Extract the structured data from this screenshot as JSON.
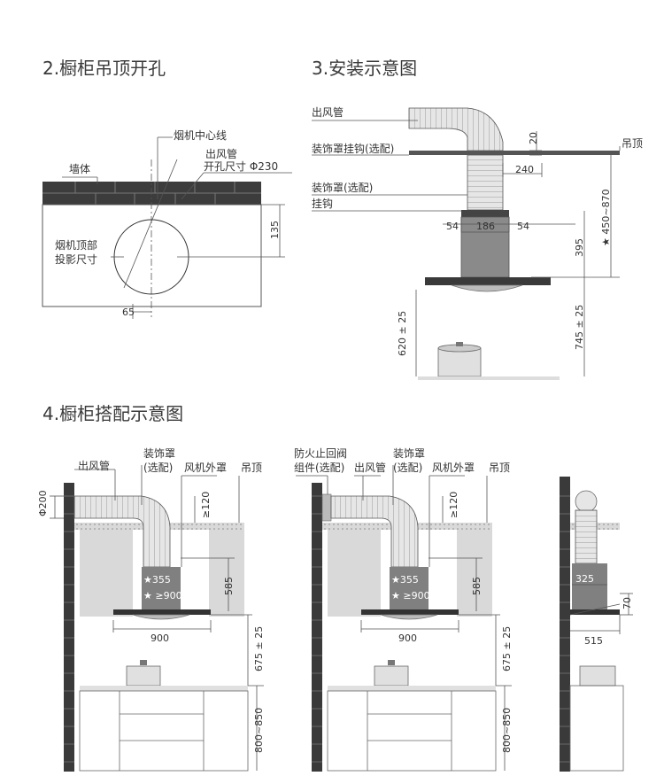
{
  "sections": [
    {
      "title": "2.橱柜吊顶开孔"
    },
    {
      "title": "3.安装示意图"
    },
    {
      "title": "4.橱柜搭配示意图"
    }
  ],
  "s2": {
    "labels": {
      "center_line": "烟机中心线",
      "duct_line1": "出风管",
      "duct_line2": "开孔尺寸 Φ230",
      "wall": "墙体",
      "proj_line1": "烟机顶部",
      "proj_line2": "投影尺寸"
    },
    "dims": {
      "d135": "135",
      "d65": "65"
    }
  },
  "s3": {
    "labels": {
      "duct": "出风管",
      "cover_hook": "装饰罩挂钩(选配)",
      "ceiling": "吊顶",
      "cover": "装饰罩(选配)",
      "hook": "挂钩"
    },
    "dims": {
      "d20": "20",
      "d240": "240",
      "d54a": "54",
      "d186": "186",
      "d54b": "54",
      "d395": "395",
      "d450_870": "★ 450~870",
      "d620": "620 ± 25",
      "d745": "745 ± 25"
    }
  },
  "s4": {
    "labels": {
      "duct": "出风管",
      "cover_line1": "装饰罩",
      "cover_line2": "(选配)",
      "fan_cover": "风机外罩",
      "ceiling": "吊顶",
      "valve_line1": "防火止回阀",
      "valve_line2": "组件(选配)"
    },
    "dims": {
      "phi200": "Φ200",
      "ge120": "≥120",
      "d585": "585",
      "s355": "★355",
      "s900ge": "★ ≥900",
      "w900": "900",
      "d675": "675 ± 25",
      "d800_850": "800~850",
      "d325": "325",
      "d70": "70",
      "d515": "515"
    }
  }
}
